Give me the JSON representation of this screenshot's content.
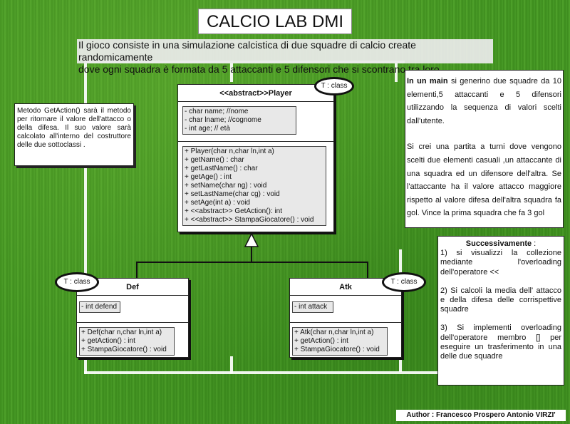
{
  "title": "CALCIO LAB DMI",
  "intro": {
    "line1": "Il gioco consiste in una simulazione calcistica di due squadre di calcio create randomicamente",
    "line2": "dove ogni squadra è formata da 5 attaccanti e 5 difensori  che si scontrano tra loro ."
  },
  "note_left": "Metodo GetAction() sarà il metodo per ritornare il valore dell'attacco o della difesa. Il suo valore sarà calcolato all'interno del costruttore delle due sottoclassi .",
  "note_main": {
    "bold": "In un main",
    "p1": " si generino due squadre da 10 elementi,5 attaccanti e 5 difensori utilizzando la sequenza di valori scelti dall'utente.",
    "p2": "Si crei una partita a turni dove vengono scelti due elementi casuali ,un attaccante di una squadra ed un difensore dell'altra. Se l'attaccante ha il valore attacco maggiore rispetto al valore difesa dell'altra squadra fa gol. Vince la prima squadra che fa 3 gol"
  },
  "note_next": {
    "heading": "Successivamente",
    "heading_suffix": " :",
    "p1": "1) si visualizzi la collezione mediante l'overloading dell'operatore <<",
    "p2": "2) Si calcoli la media dell' attacco e della difesa delle corrispettive squadre",
    "p3": "3) Si implementi overloading dell'operatore membro [] per eseguire un trasferimento in una delle due squadre"
  },
  "player": {
    "tag": "T : class",
    "name": "<<abstract>>Player",
    "attributes": [
      "-     char name; //nome",
      "-     char lname; //cognome",
      "-     int age; // età"
    ],
    "methods": [
      "+ Player(char n,char ln,int a)",
      "+ getName() : char",
      "+ getLastName() : char",
      "+ getAge() : int",
      "+ setName(char ng) : void",
      "+ setLastName(char cg) : void",
      "+ setAge(int a) : void",
      "+ <<abstract>> GetAction(): int",
      "+ <<abstract>> StampaGiocatore() : void"
    ]
  },
  "def": {
    "tag": "T : class",
    "name": "Def",
    "attributes": [
      "- int defend"
    ],
    "methods": [
      "+ Def(char n,char ln,int a)",
      "+ getAction() : int",
      "+ StampaGiocatore() : void"
    ]
  },
  "atk": {
    "tag": "T : class",
    "name": "Atk",
    "attributes": [
      "- int attack"
    ],
    "methods": [
      "+ Atk(char n,char ln,int a)",
      "+ getAction() : int",
      "+ StampaGiocatore() : void"
    ]
  },
  "author": "Author  : Francesco Prospero Antonio VIRZI'"
}
